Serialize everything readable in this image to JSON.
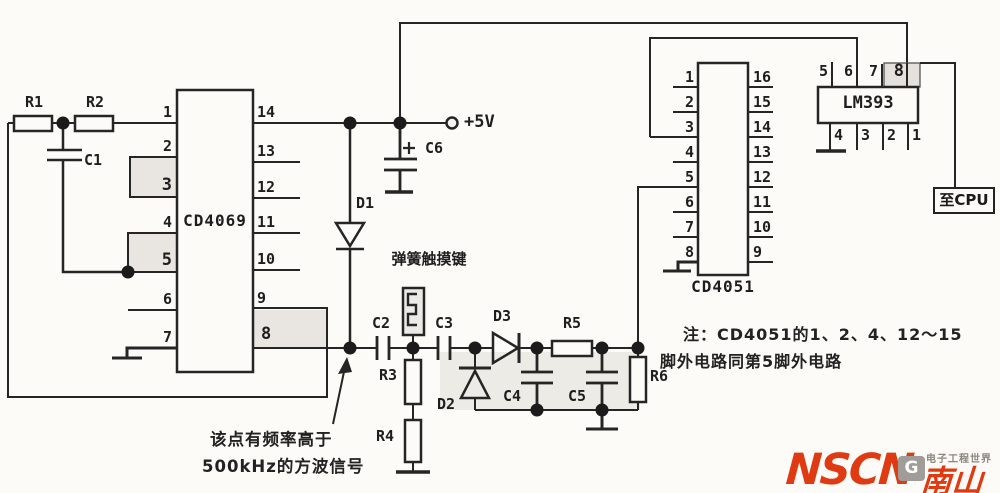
{
  "title": "touch-key oscillator schematic",
  "colors": {
    "wire": "#252525",
    "shade": "#e9e6e1",
    "watermark_red": "#e03a12"
  },
  "chips": {
    "cd4069": {
      "label": "CD4069",
      "pins_left": [
        "1",
        "2",
        "3",
        "4",
        "5",
        "6",
        "7"
      ],
      "pins_right": [
        "14",
        "13",
        "12",
        "11",
        "10",
        "9",
        "8"
      ]
    },
    "cd4051": {
      "label": "CD4051",
      "pins_left": [
        "1",
        "2",
        "3",
        "4",
        "5",
        "6",
        "7",
        "8"
      ],
      "pins_right": [
        "16",
        "15",
        "14",
        "13",
        "12",
        "11",
        "10",
        "9"
      ]
    },
    "lm393": {
      "label": "LM393",
      "pins_top": [
        "5",
        "6",
        "7",
        "8"
      ],
      "pins_bottom": [
        "4",
        "3",
        "2",
        "1"
      ]
    }
  },
  "components": {
    "r1": "R1",
    "r2": "R2",
    "r3": "R3",
    "r4": "R4",
    "r5": "R5",
    "r6": "R6",
    "c1": "C1",
    "c2": "C2",
    "c3": "C3",
    "c4": "C4",
    "c5": "C5",
    "c6": "C6",
    "d1": "D1",
    "d2": "D2",
    "d3": "D3"
  },
  "labels": {
    "power": "+5V",
    "touch_key": "弹簧触摸键",
    "to_cpu": "至CPU",
    "note_line1": "注：CD4051的1、2、4、12～15",
    "note_line2": "脚外电路同第5脚外电路",
    "annotation_line1": "该点有频率高于",
    "annotation_line2": "500kHz的方波信号"
  },
  "watermark": {
    "brand": "NSCN",
    "emblem": "G",
    "emblem_text": "电子工程世界",
    "brand_cn": "南山"
  }
}
